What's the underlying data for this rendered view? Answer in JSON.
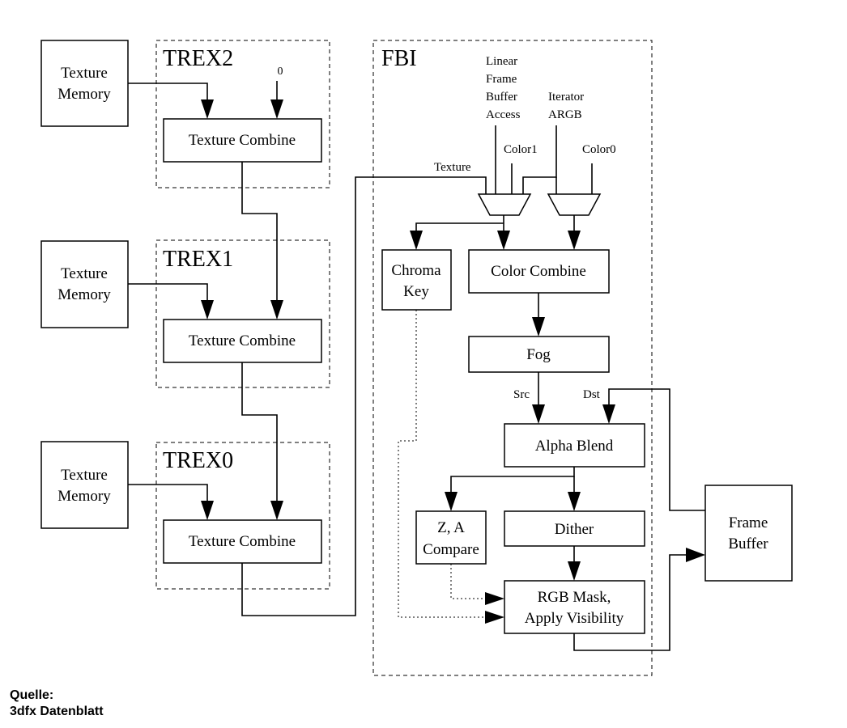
{
  "trex2": {
    "title": "TREX2",
    "zero_input": "0",
    "memory": [
      "Texture",
      "Memory"
    ],
    "combine": "Texture Combine"
  },
  "trex1": {
    "title": "TREX1",
    "memory": [
      "Texture",
      "Memory"
    ],
    "combine": "Texture Combine"
  },
  "trex0": {
    "title": "TREX0",
    "memory": [
      "Texture",
      "Memory"
    ],
    "combine": "Texture Combine"
  },
  "fbi": {
    "title": "FBI",
    "lfb_access": [
      "Linear",
      "Frame",
      "Buffer",
      "Access"
    ],
    "iterator": [
      "Iterator",
      "ARGB"
    ],
    "texture_label": "Texture",
    "color1_label": "Color1",
    "color0_label": "Color0",
    "chroma_key": [
      "Chroma",
      "Key"
    ],
    "color_combine": "Color Combine",
    "fog": "Fog",
    "src_label": "Src",
    "dst_label": "Dst",
    "alpha_blend": "Alpha Blend",
    "z_compare": [
      "Z, A",
      "Compare"
    ],
    "dither": "Dither",
    "rgb_mask": [
      "RGB Mask,",
      "Apply Visibility"
    ]
  },
  "frame_buffer": [
    "Frame",
    "Buffer"
  ],
  "source": [
    "Quelle:",
    "3dfx Datenblatt"
  ]
}
